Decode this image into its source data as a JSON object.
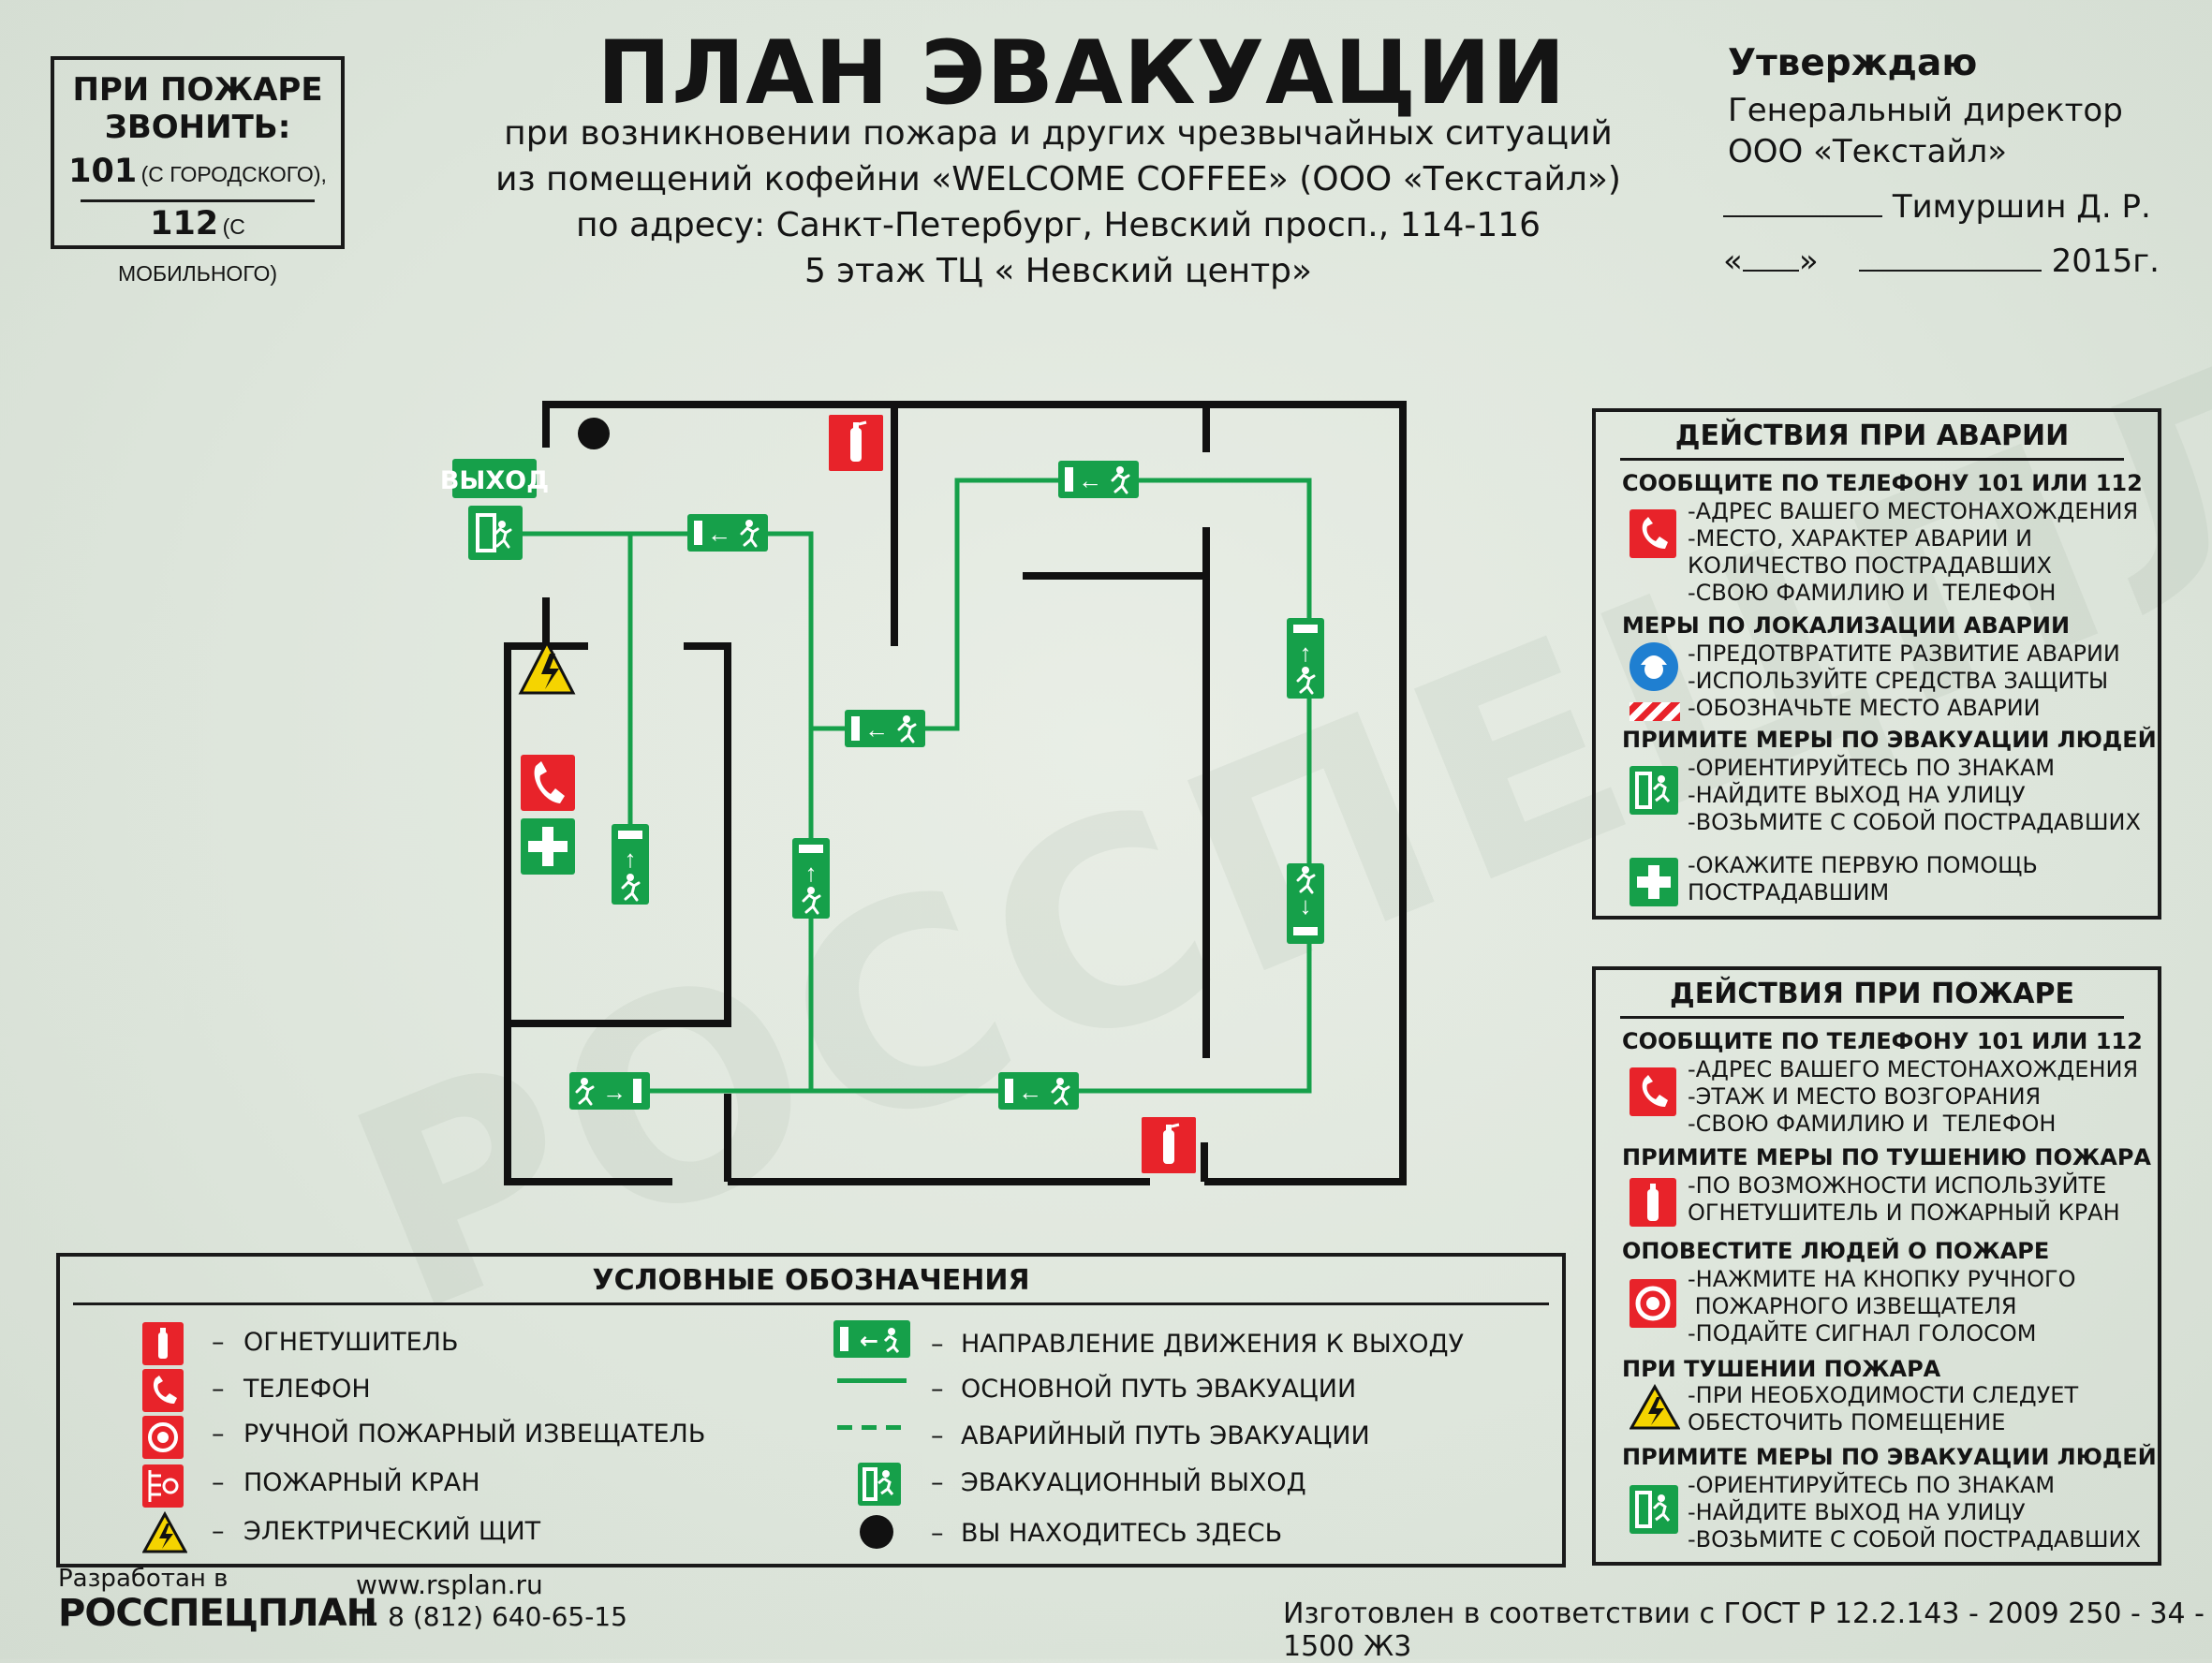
{
  "fire_call": {
    "heading_1": "ПРИ ПОЖАРЕ",
    "heading_2": "ЗВОНИТЬ:",
    "num_1": "101",
    "num_1_note": "(С ГОРОДСКОГО),",
    "num_2": "112",
    "num_2_note": "(С МОБИЛЬНОГО)"
  },
  "header": {
    "title": "ПЛАН ЭВАКУАЦИИ",
    "line_1": "при возникновении пожара и других чрезвычайных ситуаций",
    "line_2": "из помещений кофейни «WELCOME COFFEE» (ООО «Текстайл»)",
    "line_3": "по адресу: Санкт-Петербург, Невский просп., 114-116",
    "line_4": "5 этаж ТЦ « Невский центр»"
  },
  "approval": {
    "title": "Утверждаю",
    "position": "Генеральный директор",
    "company": "ООО «Текстайл»",
    "signer": "Тимуршин Д. Р.",
    "date_open": "«",
    "date_close": "»",
    "year": "2015г."
  },
  "plan": {
    "exit_label": "ВЫХОД"
  },
  "accident_panel": {
    "title": "ДЕЙСТВИЯ ПРИ АВАРИИ",
    "sec_1": "СООБЩИТЕ ПО ТЕЛЕФОНУ  101 ИЛИ 112",
    "sec_1_text": "-АДРЕС ВАШЕГО МЕСТОНАХОЖДЕНИЯ\n-МЕСТО, ХАРАКТЕР АВАРИИ И\nКОЛИЧЕСТВО ПОСТРАДАВШИХ\n-СВОЮ ФАМИЛИЮ И  ТЕЛЕФОН",
    "sec_2": "МЕРЫ ПО ЛОКАЛИЗАЦИИ АВАРИИ",
    "sec_2_text": "-ПРЕДОТВРАТИТЕ РАЗВИТИЕ АВАРИИ\n-ИСПОЛЬЗУЙТЕ СРЕДСТВА ЗАЩИТЫ\n-ОБОЗНАЧЬТЕ МЕСТО АВАРИИ",
    "sec_3": "ПРИМИТЕ МЕРЫ ПО ЭВАКУАЦИИ ЛЮДЕЙ",
    "sec_3_text": "-ОРИЕНТИРУЙТЕСЬ ПО ЗНАКАМ\n-НАЙДИТЕ ВЫХОД НА УЛИЦУ\n-ВОЗЬМИТЕ С СОБОЙ ПОСТРАДАВШИХ",
    "sec_4_text": "-ОКАЖИТЕ ПЕРВУЮ ПОМОЩЬ\nПОСТРАДАВШИМ"
  },
  "fire_panel": {
    "title": "ДЕЙСТВИЯ ПРИ ПОЖАРЕ",
    "sec_1": "СООБЩИТЕ ПО ТЕЛЕФОНУ  101 ИЛИ 112",
    "sec_1_text": "-АДРЕС ВАШЕГО МЕСТОНАХОЖДЕНИЯ\n-ЭТАЖ И МЕСТО ВОЗГОРАНИЯ\n-СВОЮ ФАМИЛИЮ И  ТЕЛЕФОН",
    "sec_2": "ПРИМИТЕ МЕРЫ ПО ТУШЕНИЮ ПОЖАРА",
    "sec_2_text": "-ПО ВОЗМОЖНОСТИ ИСПОЛЬЗУЙТЕ\nОГНЕТУШИТЕЛЬ И ПОЖАРНЫЙ КРАН",
    "sec_3": "ОПОВЕСТИТЕ ЛЮДЕЙ О ПОЖАРЕ",
    "sec_3_text": "-НАЖМИТЕ НА КНОПКУ РУЧНОГО\n ПОЖАРНОГО ИЗВЕЩАТЕЛЯ\n-ПОДАЙТЕ СИГНАЛ ГОЛОСОМ",
    "sec_4": "ПРИ ТУШЕНИИ ПОЖАРА",
    "sec_4_text": "-ПРИ НЕОБХОДИМОСТИ СЛЕДУЕТ\nОБЕСТОЧИТЬ ПОМЕЩЕНИЕ",
    "sec_5": "ПРИМИТЕ МЕРЫ ПО ЭВАКУАЦИИ ЛЮДЕЙ",
    "sec_5_text": "-ОРИЕНТИРУЙТЕСЬ ПО ЗНАКАМ\n-НАЙДИТЕ ВЫХОД НА УЛИЦУ\n-ВОЗЬМИТЕ С СОБОЙ ПОСТРАДАВШИХ"
  },
  "legend": {
    "title": "УСЛОВНЫЕ ОБОЗНАЧЕНИЯ",
    "dash": "–",
    "left": [
      "ОГНЕТУШИТЕЛЬ",
      "ТЕЛЕФОН",
      "РУЧНОЙ ПОЖАРНЫЙ ИЗВЕЩАТЕЛЬ",
      "ПОЖАРНЫЙ КРАН",
      "ЭЛЕКТРИЧЕСКИЙ ЩИТ"
    ],
    "right": [
      "НАПРАВЛЕНИЕ ДВИЖЕНИЯ К ВЫХОДУ",
      "ОСНОВНОЙ ПУТЬ ЭВАКУАЦИИ",
      "АВАРИЙНЫЙ ПУТЬ ЭВАКУАЦИИ",
      "ЭВАКУАЦИОННЫЙ ВЫХОД",
      "ВЫ НАХОДИТЕСЬ ЗДЕСЬ"
    ]
  },
  "footer": {
    "developed": "Разработан в",
    "brand": "РОССПЕЦПЛАН",
    "web": "www.rsplan.ru",
    "phone": "т. 8 (812) 640-65-15",
    "gost": "Изготовлен в соответствии с ГОСТ Р 12.2.143 - 2009 250 - 34 - 1500 Ж3",
    "watermark": "РОССПЕЦПЛАН"
  },
  "colors": {
    "route": "#16a04a",
    "sign_red": "#e8232a",
    "wall": "#111111",
    "warning": "#f5d400"
  }
}
